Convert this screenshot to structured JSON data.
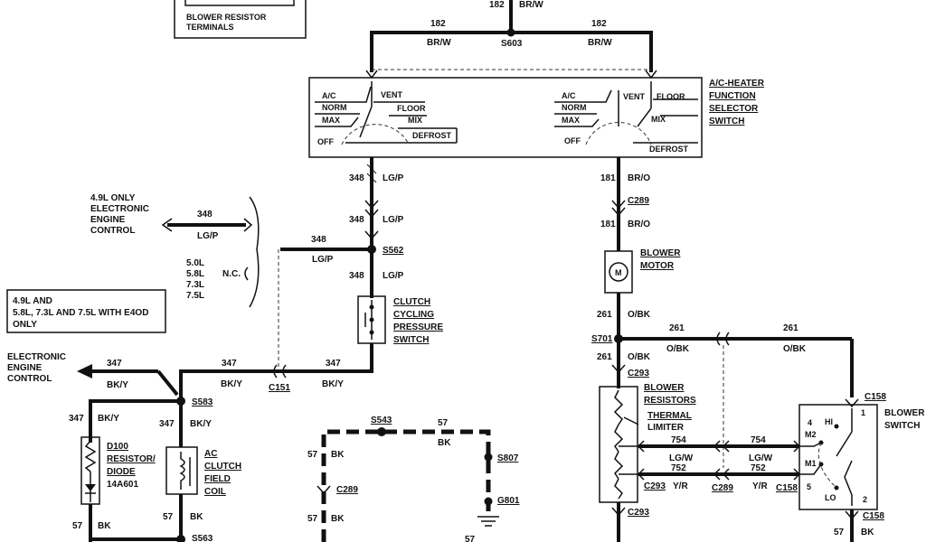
{
  "legend": {
    "title": "BLOWER RESISTOR",
    "title2": "TERMINALS"
  },
  "top_feed": {
    "circuit": "182",
    "color": "BR/W",
    "splice": "S603",
    "left_circuit": "182",
    "left_color": "BR/W",
    "right_circuit": "182",
    "right_color": "BR/W"
  },
  "selector": {
    "label_lines": [
      "A/C-HEATER",
      "FUNCTION",
      "SELECTOR",
      "SWITCH"
    ],
    "positions": {
      "ac": "A/C",
      "norm": "NORM",
      "max": "MAX",
      "off": "OFF",
      "vent": "VENT",
      "floor": "FLOOR",
      "mix": "MIX",
      "defrost": "DEFROST"
    }
  },
  "left_branch": {
    "w348a": {
      "circuit": "348",
      "color": "LG/P"
    },
    "w348b": {
      "circuit": "348",
      "color": "LG/P"
    },
    "w348c": {
      "circuit": "348",
      "color": "LG/P"
    },
    "w348d": {
      "circuit": "348",
      "color": "LG/P"
    },
    "s562": "S562",
    "engine_note_lines": [
      "4.9L ONLY",
      "ELECTRONIC",
      "ENGINE",
      "CONTROL"
    ],
    "eng_348": "348",
    "eng_lgp": "LG/P",
    "nc_engines": [
      "5.0L",
      "5.8L",
      "7.3L",
      "7.5L"
    ],
    "nc": "N.C.",
    "e4od_lines": [
      "4.9L AND",
      "5.8L, 7.3L AND 7.5L WITH E4OD",
      "ONLY"
    ],
    "clutch_switch_lines": [
      "CLUTCH",
      "CYCLING",
      "PRESSURE",
      "SWITCH"
    ],
    "ec_lines": [
      "ELECTRONIC",
      "ENGINE",
      "CONTROL"
    ],
    "w347a": {
      "circuit": "347",
      "color": "BK/Y"
    },
    "w347b": {
      "circuit": "347",
      "color": "BK/Y"
    },
    "w347c": {
      "circuit": "347",
      "color": "BK/Y"
    },
    "c151": "C151",
    "s583": "S583",
    "w347d": {
      "circuit": "347",
      "color": "BK/Y"
    },
    "w347e": {
      "circuit": "347",
      "color": "BK/Y"
    },
    "d100_lines": [
      "D100",
      "RESISTOR/",
      "DIODE",
      "14A601"
    ],
    "ac_clutch_lines": [
      "AC",
      "CLUTCH",
      "FIELD",
      "COIL"
    ],
    "w57a": {
      "circuit": "57",
      "color": "BK"
    },
    "w57b": {
      "circuit": "57",
      "color": "BK"
    },
    "s563": "S563"
  },
  "ground": {
    "s543": "S543",
    "w57top": {
      "circuit": "57",
      "color": "BK"
    },
    "w57left": {
      "circuit": "57",
      "color": "BK"
    },
    "c289": "C289",
    "w57low": {
      "circuit": "57",
      "color": "BK"
    },
    "s807": "S807",
    "g801": "G801",
    "w57bottom": "57"
  },
  "right_branch": {
    "w181a": {
      "circuit": "181",
      "color": "BR/O"
    },
    "c289": "C289",
    "w181b": {
      "circuit": "181",
      "color": "BR/O"
    },
    "motor_lines": [
      "BLOWER",
      "MOTOR"
    ],
    "motor_symbol": "M",
    "w261a": {
      "circuit": "261",
      "color": "O/BK"
    },
    "s701": "S701",
    "w261b": {
      "circuit": "261",
      "color": "O/BK"
    },
    "w261c": {
      "circuit": "261",
      "color": "O/BK"
    },
    "w261d": {
      "circuit": "261",
      "color": "O/BK"
    },
    "c293": "C293",
    "resistor_lines": [
      "BLOWER",
      "RESISTORS"
    ],
    "limiter_lines": [
      "THERMAL",
      "LIMITER"
    ],
    "w754a": {
      "circuit": "754",
      "color": "LG/W"
    },
    "w752a": {
      "circuit": "752",
      "color": "Y/R"
    },
    "w754b": {
      "circuit": "754",
      "color": "LG/W"
    },
    "w752b": {
      "circuit": "752",
      "color": "Y/R"
    },
    "c293b": "C293",
    "c289b": "C289",
    "c158a": "C158",
    "c293c": "C293",
    "blower_switch_lines": [
      "BLOWER",
      "SWITCH"
    ],
    "c158": "C158",
    "switch_pins": {
      "p1": "1",
      "p2": "2",
      "p4": "4",
      "p5": "5",
      "hi": "HI",
      "lo": "LO",
      "m1": "M1",
      "m2": "M2"
    },
    "c158b": "C158",
    "w57": {
      "circuit": "57",
      "color": "BK"
    }
  }
}
